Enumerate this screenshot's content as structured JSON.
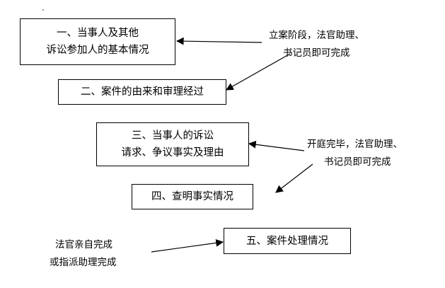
{
  "boxes": [
    {
      "lines": [
        "一、当事人及其他",
        "诉讼参加人的基本情况"
      ]
    },
    {
      "lines": [
        "二、案件的由来和审理经过"
      ]
    },
    {
      "lines": [
        "三、当事人的诉讼",
        "请求、争议事实及理由"
      ]
    },
    {
      "lines": [
        "四、查明事实情况"
      ]
    },
    {
      "lines": [
        "五、案件处理情况"
      ]
    }
  ],
  "notes": [
    {
      "lines": [
        "立案阶段，法官助理、",
        "书记员即可完成"
      ]
    },
    {
      "lines": [
        "开庭完毕，法官助理、",
        "书记员即可完成"
      ]
    },
    {
      "lines": [
        "法官亲自完成",
        "或指派助理完成"
      ]
    }
  ]
}
